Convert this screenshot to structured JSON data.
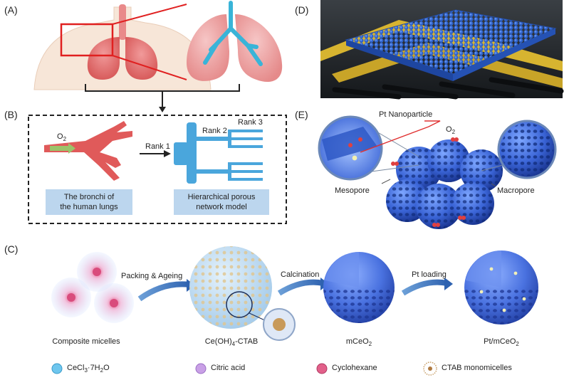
{
  "panels": {
    "a": "(A)",
    "b": "(B)",
    "c": "(C)",
    "d": "(D)",
    "e": "(E)"
  },
  "panel_b": {
    "o2_label": "O",
    "o2_sub": "2",
    "rank1": "Rank 1",
    "rank2": "Rank 2",
    "rank3": "Rank 3",
    "bronchi_caption_line1": "The bronchi of",
    "bronchi_caption_line2": "the human lungs",
    "model_caption_line1": "Hierarchical porous",
    "model_caption_line2": "network model"
  },
  "panel_e": {
    "pt_nanoparticle": "Pt Nanoparticle",
    "o2_label": "O",
    "o2_sub": "2",
    "mesopore": "Mesopore",
    "macropore": "Macropore"
  },
  "panel_c": {
    "step1": "Packing & Ageing",
    "step2": "Calcination",
    "step3": "Pt loading",
    "stage1": "Composite micelles",
    "stage2_main": "Ce(OH)",
    "stage2_sub": "4",
    "stage2_rest": "-CTAB",
    "stage3_main": "mCeO",
    "stage3_sub": "2",
    "stage4_main": "Pt/mCeO",
    "stage4_sub": "2"
  },
  "legend": {
    "item1_main": "CeCl",
    "item1_sub1": "3",
    "item1_mid": "·7H",
    "item1_sub2": "2",
    "item1_end": "O",
    "item2": "Citric acid",
    "item3": "Cyclohexane",
    "item4": "CTAB monomicelles"
  },
  "colors": {
    "lung_red": "#e05a5a",
    "skin": "#f7e6d8",
    "sky_blue": "#bcd6ee",
    "pore_blue": "#3a6fd8",
    "highlight_red": "#e02020",
    "substrate_yellow": "#d7b430"
  }
}
